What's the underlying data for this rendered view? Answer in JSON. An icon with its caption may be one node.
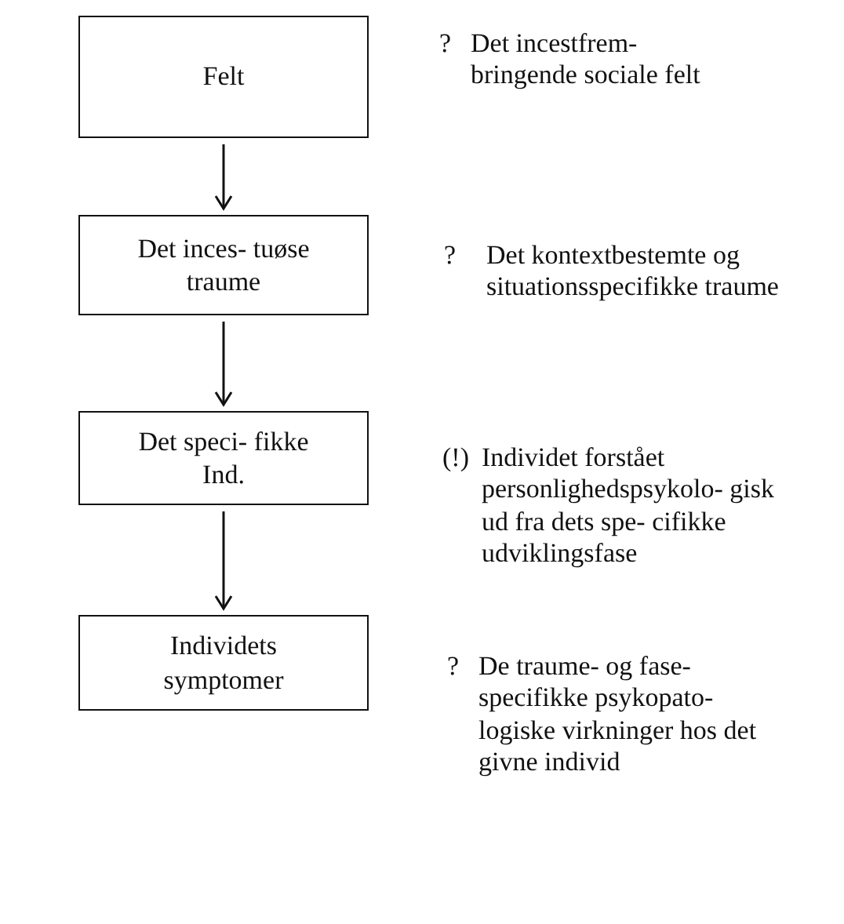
{
  "diagram": {
    "nodes": [
      {
        "text": [
          "Felt"
        ],
        "beside": [
          "?",
          "Det incestfrem- bringende sociale felt"
        ]
      },
      {
        "text": [
          "Det inces- tuøse traume"
        ],
        "beside": [
          "?",
          "Det kontextbestemte og situationsspecifikke traume"
        ]
      },
      {
        "text": [
          "Det speci- fikke Ind."
        ],
        "beside": [
          "(!)",
          "Individet forstået personlighedspsykolo- gisk ud fra dets spe- cifikke udviklingsfase"
        ]
      },
      {
        "text": [
          "Individets symptomer"
        ],
        "beside": [
          "?",
          "De traume- og fase- specifikke psykopato- logiske virkninger hos det givne individ"
        ]
      }
    ],
    "edges": [
      {
        "from": 0,
        "to": 1,
        "arrow": "to"
      },
      {
        "from": 1,
        "to": 2,
        "arrow": "to"
      },
      {
        "from": 2,
        "to": 3,
        "arrow": "to"
      }
    ]
  }
}
